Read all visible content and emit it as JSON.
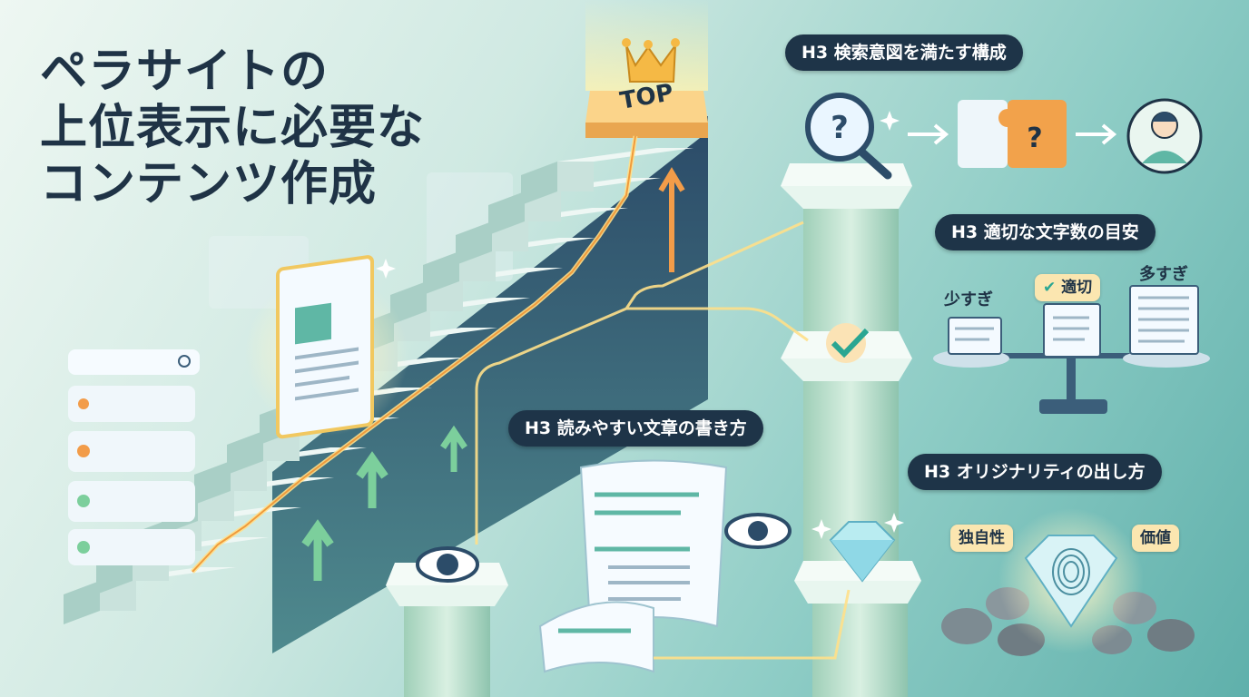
{
  "title_lines": [
    "ペラサイトの",
    "上位表示に必要な",
    "コンテンツ作成"
  ],
  "top_label": "TOP",
  "sections": {
    "search_intent": "H3 検索意図を満たす構成",
    "char_count": "H3 適切な文字数の目安",
    "readable": "H3 読みやすい文章の書き方",
    "originality": "H3 オリジナリティの出し方"
  },
  "scale_labels": {
    "too_few": "少すぎ",
    "just_right": "適切",
    "too_many": "多すぎ"
  },
  "originality_tags": {
    "uniqueness": "独自性",
    "value": "価値"
  },
  "colors": {
    "navy": "#1e3448",
    "accent_orange": "#f2a24b",
    "teal": "#5fb0ab",
    "gold": "#f7c95a"
  }
}
